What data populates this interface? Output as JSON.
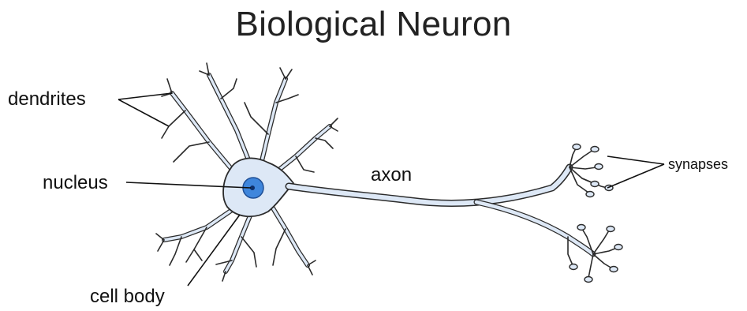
{
  "title": "Biological Neuron",
  "labels": {
    "dendrites": "dendrites",
    "nucleus": "nucleus",
    "cell_body": "cell body",
    "axon": "axon",
    "synapses": "synapses"
  },
  "colors": {
    "cell_fill": "#dde8f6",
    "outline": "#2b2b2b",
    "nucleus": "#3f86dc",
    "nucleolus": "#0d2f6a",
    "text": "#111111"
  }
}
